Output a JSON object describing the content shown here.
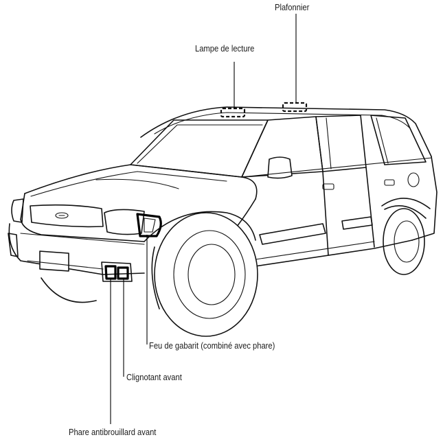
{
  "labels": {
    "plafonnier": "Plafonnier",
    "lampe_lecture": "Lampe de lecture",
    "feu_gabarit": "Feu de gabarit (combiné avec phare)",
    "clignotant": "Clignotant avant",
    "antibrouillard": "Phare antibrouillard avant"
  }
}
